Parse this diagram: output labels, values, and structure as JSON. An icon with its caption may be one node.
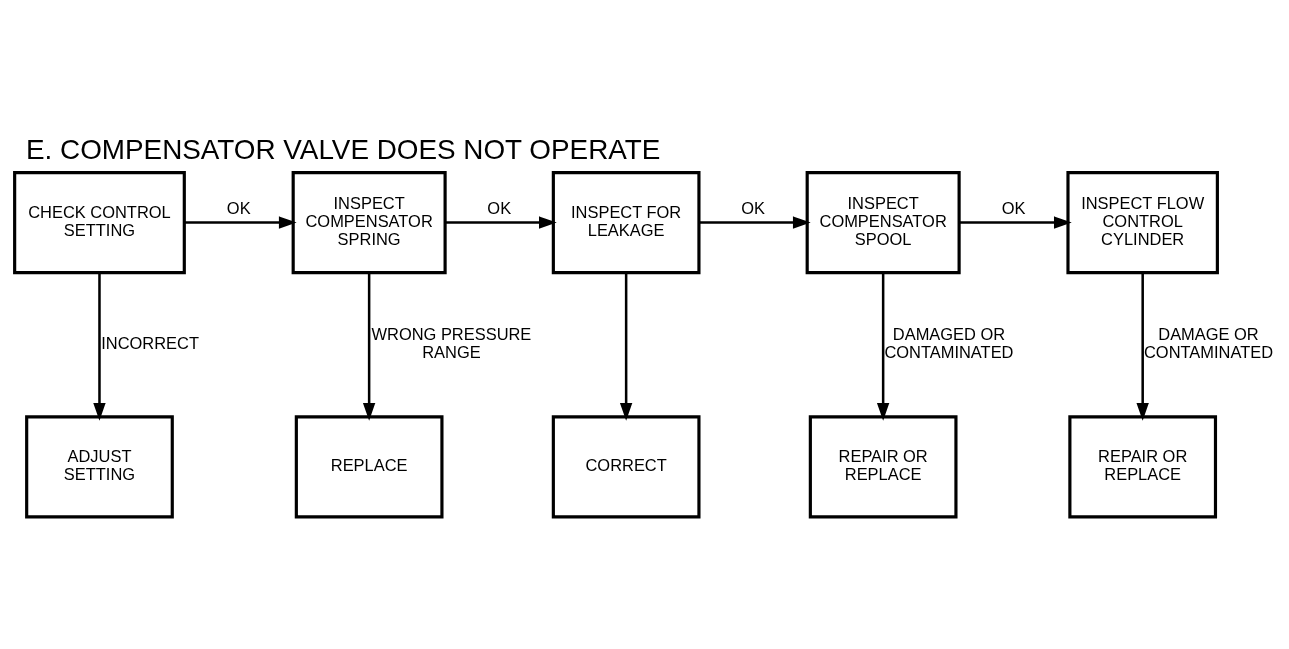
{
  "diagram": {
    "title": "E. COMPENSATOR VALVE DOES NOT OPERATE",
    "nodes": [
      {
        "text": [
          "CHECK CONTROL SETTING"
        ]
      },
      {
        "text": [
          "INSPECT COMPENSATOR SPRING"
        ]
      },
      {
        "text": [
          "INSPECT FOR LEAKAGE"
        ]
      },
      {
        "text": [
          "INSPECT COMPENSATOR SPOOL"
        ]
      },
      {
        "text": [
          "INSPECT FLOW CONTROL CYLINDER"
        ]
      },
      {
        "text": [
          "ADJUST SETTING"
        ]
      },
      {
        "text": [
          "REPLACE"
        ]
      },
      {
        "text": [
          "CORRECT"
        ]
      },
      {
        "text": [
          "REPAIR OR REPLACE"
        ]
      },
      {
        "text": [
          "REPAIR OR REPLACE"
        ]
      }
    ],
    "edges": [
      {
        "from": 0,
        "to": 1,
        "arrow": "to",
        "label": "OK"
      },
      {
        "from": 1,
        "to": 2,
        "arrow": "to",
        "label": "OK"
      },
      {
        "from": 2,
        "to": 3,
        "arrow": "to",
        "label": "OK"
      },
      {
        "from": 3,
        "to": 4,
        "arrow": "to",
        "label": "OK"
      },
      {
        "from": 0,
        "to": 5,
        "arrow": "to",
        "label": "INCORRECT"
      },
      {
        "from": 1,
        "to": 6,
        "arrow": "to",
        "label": "WRONG PRESSURE RANGE"
      },
      {
        "from": 2,
        "to": 7,
        "arrow": "to"
      },
      {
        "from": 3,
        "to": 8,
        "arrow": "to",
        "label": "DAMAGED OR CONTAMINATED"
      },
      {
        "from": 4,
        "to": 9,
        "arrow": "to",
        "label": "DAMAGE OR CONTAMINATED"
      }
    ]
  }
}
